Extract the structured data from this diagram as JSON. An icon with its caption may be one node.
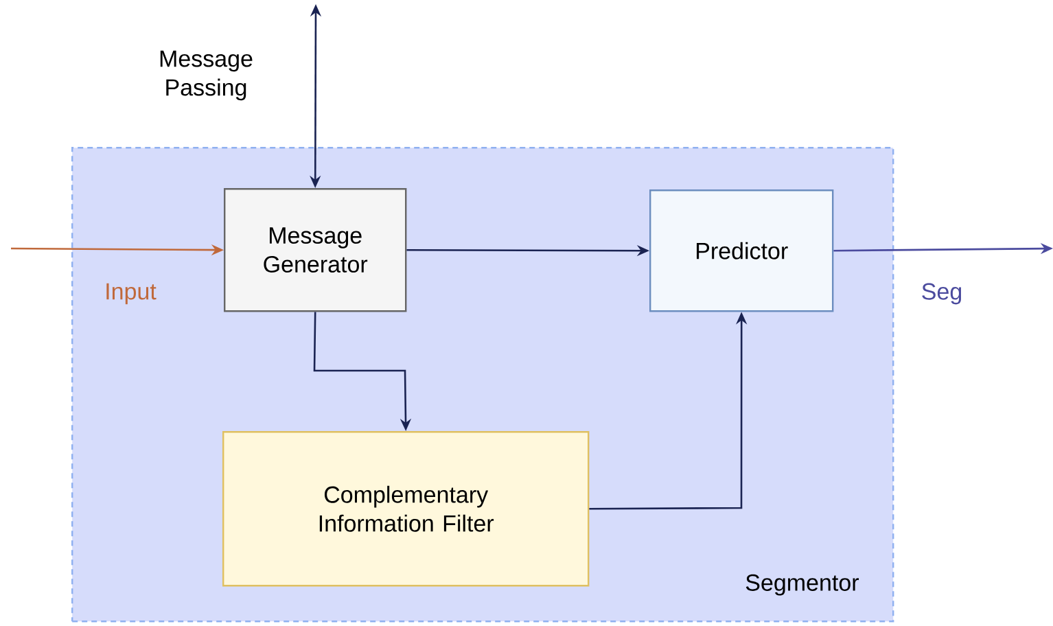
{
  "diagram": {
    "nodes": [
      {
        "text": [
          "Segmentor"
        ]
      },
      {
        "text": [
          "Message Generator"
        ],
        "in": 0
      },
      {
        "text": [
          "Predictor"
        ],
        "in": 0
      },
      {
        "text": [
          "Complementary Information Filter"
        ],
        "in": 0
      }
    ],
    "edges": [
      {
        "from": null,
        "to": 1,
        "arrow": "to",
        "label": "Input",
        "color": "#c0693b"
      },
      {
        "from": 2,
        "to": null,
        "arrow": "to",
        "label": "Seg",
        "color": "#4b4b9e"
      },
      {
        "from": 1,
        "to": null,
        "arrow": "both",
        "label": "Message Passing"
      },
      {
        "from": 1,
        "to": 2,
        "arrow": "to"
      },
      {
        "from": 1,
        "to": 3,
        "arrow": "to"
      },
      {
        "from": 3,
        "to": 2,
        "arrow": "to"
      }
    ]
  }
}
